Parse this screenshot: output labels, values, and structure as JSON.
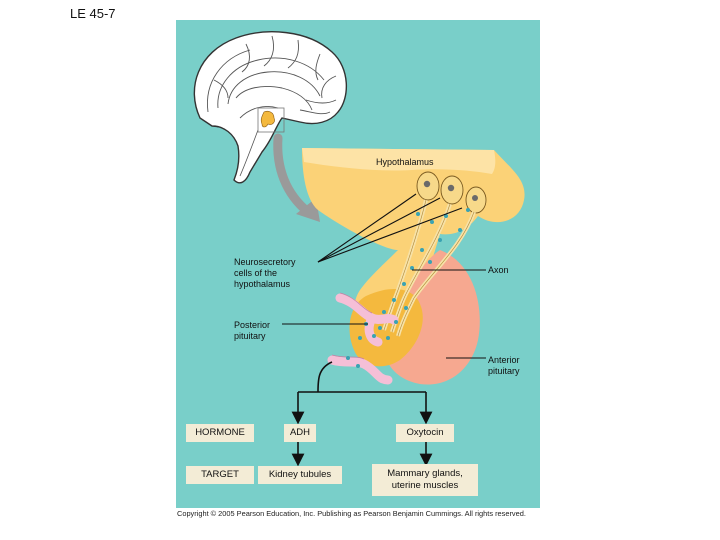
{
  "slide_title": "LE 45-7",
  "labels": {
    "hypothalamus": "Hypothalamus",
    "neurosecretory": [
      "Neurosecretory",
      "cells of the",
      "hypothalamus"
    ],
    "axon": "Axon",
    "posterior": [
      "Posterior",
      "pituitary"
    ],
    "anterior": [
      "Anterior",
      "pituitary"
    ]
  },
  "boxes": {
    "hormone": "HORMONE",
    "target": "TARGET",
    "adh": "ADH",
    "oxytocin": "Oxytocin",
    "kidney": "Kidney tubules",
    "mammary": [
      "Mammary glands,",
      "uterine muscles"
    ]
  },
  "copyright": "Copyright © 2005 Pearson Education, Inc. Publishing as Pearson Benjamin Cummings. All rights reserved.",
  "colors": {
    "panel": "#79cfc9",
    "hypothalamus": "#fbd277",
    "hypothalamus_dark": "#f4b93e",
    "anterior_pituitary": "#f6a890",
    "vessel": "#f5bfd7",
    "granule": "#3aa3b3",
    "box": "#f3ecd6"
  }
}
